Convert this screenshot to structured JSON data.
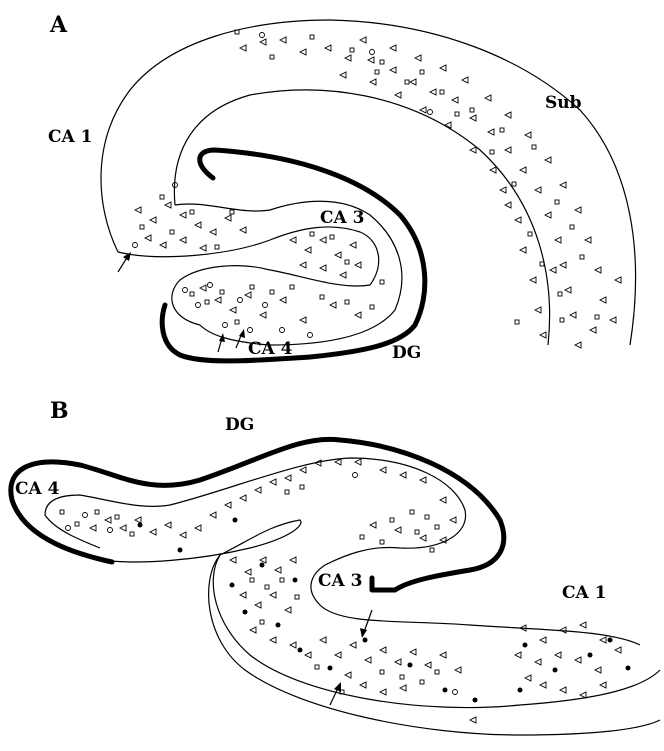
{
  "figure": {
    "panels": [
      {
        "letter": "A",
        "labels": {
          "ca1": "CA 1",
          "ca3": "CA 3",
          "ca4": "CA 4",
          "dg": "DG",
          "sub": "Sub"
        }
      },
      {
        "letter": "B",
        "labels": {
          "dg": "DG",
          "ca4": "CA 4",
          "ca3": "CA 3",
          "ca1": "CA 1"
        }
      }
    ]
  }
}
